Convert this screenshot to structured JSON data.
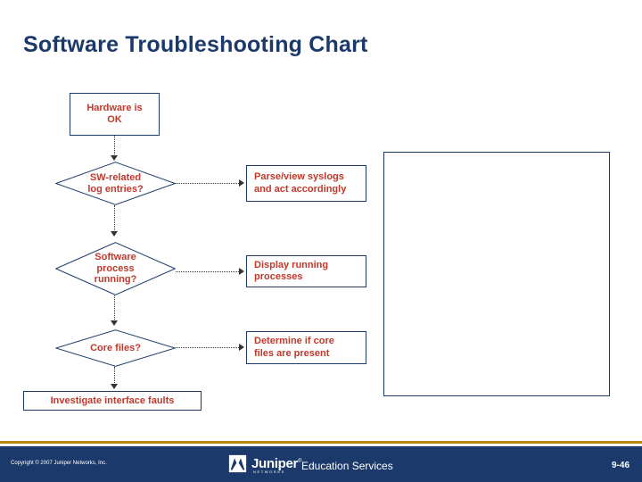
{
  "slide": {
    "title": "Software Troubleshooting Chart"
  },
  "flowchart": {
    "nodes": {
      "hardware_ok": "Hardware is\nOK",
      "sw_related_logs": "SW-related\nlog entries?",
      "software_process_running": "Software\nprocess\nrunning?",
      "core_files": "Core files?",
      "parse_syslogs": "Parse/view syslogs\nand act accordingly",
      "display_processes": "Display running\nprocesses",
      "determine_core_files": "Determine if core\nfiles are present",
      "investigate_interface_faults": "Investigate interface faults"
    }
  },
  "footer": {
    "copyright": "Copyright © 2007 Juniper Networks, Inc.",
    "logo_name": "Juniper",
    "logo_tm": "®",
    "logo_sub": "NETWORKS",
    "education": "Education Services",
    "page_number": "9-46"
  }
}
